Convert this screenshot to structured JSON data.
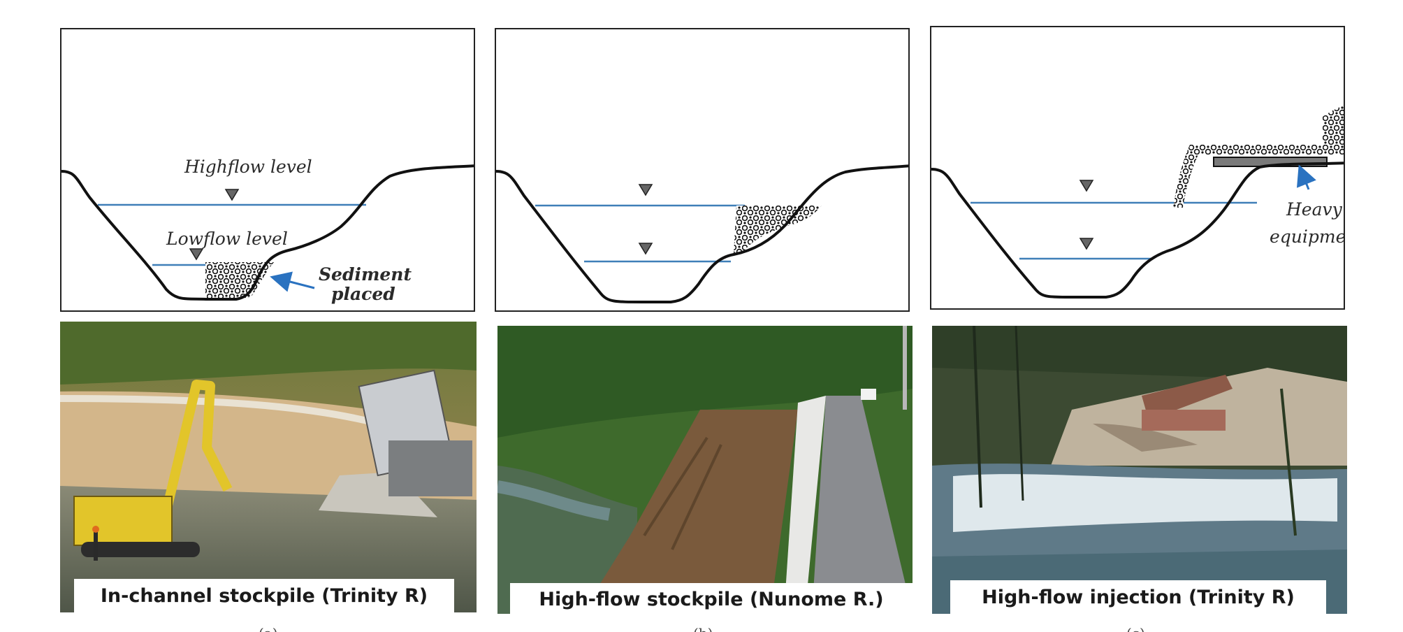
{
  "panels": [
    {
      "sublabel": "(a)",
      "diagram": {
        "highflow_label": "Highflow level",
        "lowflow_label": "Lowflow level",
        "sediment_label_line1": "Sediment",
        "sediment_label_line2": "placed"
      },
      "caption": "In-channel stockpile (Trinity R)"
    },
    {
      "sublabel": "(b)",
      "caption": "High-flow stockpile (Nunome R.)"
    },
    {
      "sublabel": "(c)",
      "diagram": {
        "equipment_label_line1": "Heavy",
        "equipment_label_line2": "equipment"
      },
      "caption": "High-flow injection (Trinity R)"
    }
  ],
  "colors": {
    "water_line": "#3f7fb8",
    "outline": "#111111",
    "arrow": "#2a72c0"
  }
}
